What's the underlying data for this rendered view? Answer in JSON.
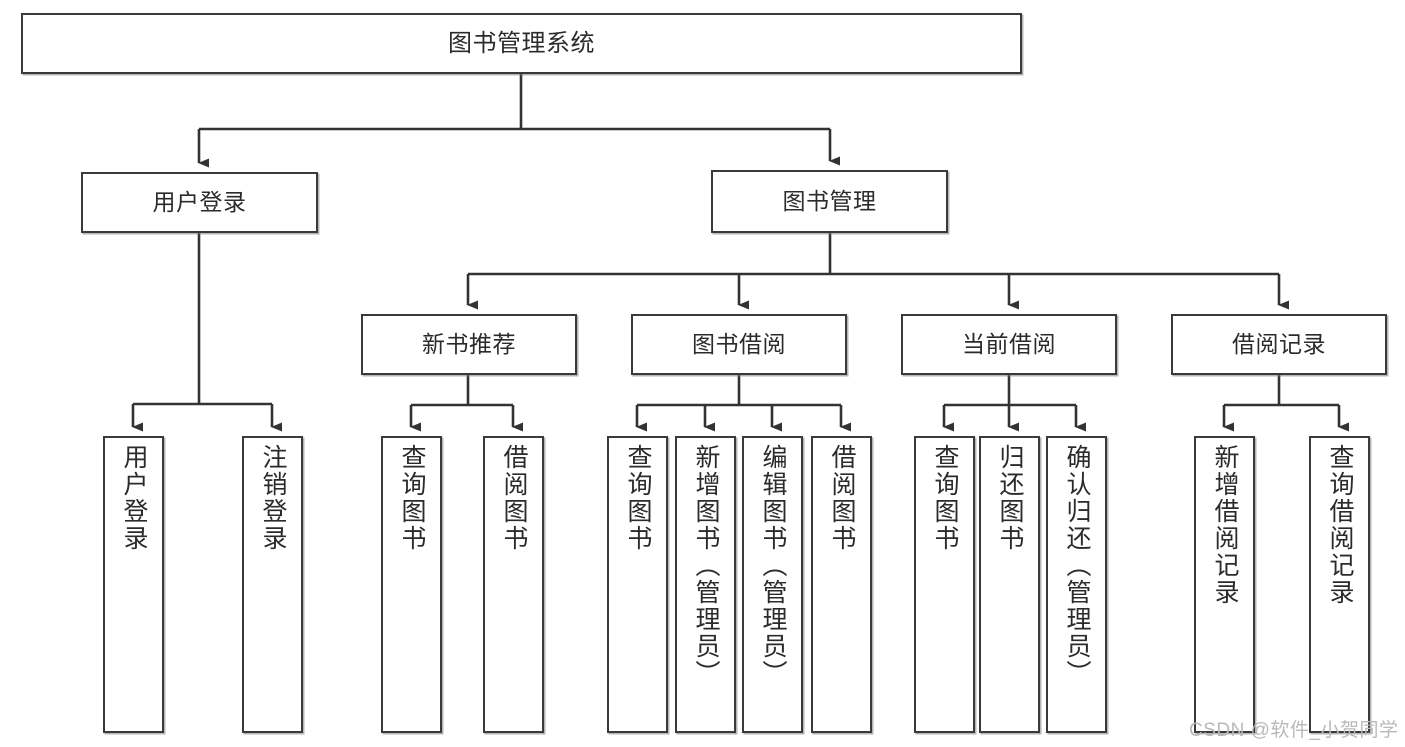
{
  "diagram": {
    "title": "图书管理系统",
    "type": "功能结构图",
    "colors": {
      "box_border": "#3a3a3a",
      "box_fill": "#ffffff",
      "edge": "#333333",
      "text": "#2b2b2b",
      "watermark": "#b9b9b9",
      "background": "#ffffff"
    },
    "watermark": "CSDN @软件_小贺同学",
    "nodes": {
      "root": {
        "label": "图书管理系统"
      },
      "level1": [
        {
          "id": "user-login",
          "label": "用户登录"
        },
        {
          "id": "book-manage",
          "label": "图书管理"
        }
      ],
      "level2": [
        {
          "id": "new-book-recommend",
          "label": "新书推荐"
        },
        {
          "id": "book-borrow",
          "label": "图书借阅"
        },
        {
          "id": "current-borrow",
          "label": "当前借阅"
        },
        {
          "id": "borrow-record",
          "label": "借阅记录"
        }
      ],
      "leaves": {
        "user-login": [
          {
            "id": "leaf-user-login",
            "label": "用户登录"
          },
          {
            "id": "leaf-logout-login",
            "label": "注销登录"
          }
        ],
        "new-book-recommend": [
          {
            "id": "leaf-query-book-1",
            "label": "查询图书"
          },
          {
            "id": "leaf-borrow-book-1",
            "label": "借阅图书"
          }
        ],
        "book-borrow": [
          {
            "id": "leaf-query-book-2",
            "label": "查询图书"
          },
          {
            "id": "leaf-add-book",
            "label": "新增图书（管理员）"
          },
          {
            "id": "leaf-edit-book",
            "label": "编辑图书（管理员）"
          },
          {
            "id": "leaf-borrow-book-2",
            "label": "借阅图书"
          }
        ],
        "current-borrow": [
          {
            "id": "leaf-query-book-3",
            "label": "查询图书"
          },
          {
            "id": "leaf-return-book",
            "label": "归还图书"
          },
          {
            "id": "leaf-confirm-return",
            "label": "确认归还（管理员）"
          }
        ],
        "borrow-record": [
          {
            "id": "leaf-add-record",
            "label": "新增借阅记录"
          },
          {
            "id": "leaf-query-record",
            "label": "查询借阅记录"
          }
        ]
      }
    }
  }
}
